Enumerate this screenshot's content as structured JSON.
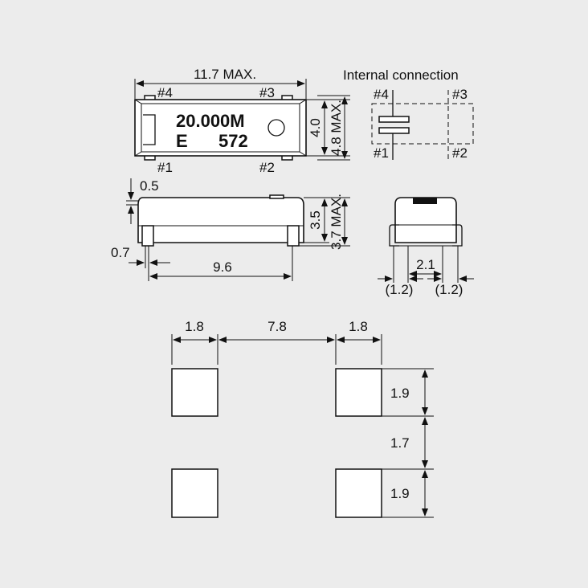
{
  "top_view": {
    "width_label": "11.7 MAX.",
    "height_label_a": "4.0",
    "height_label_b": "4.8 MAX.",
    "pin4": "#4",
    "pin3": "#3",
    "pin1": "#1",
    "pin2": "#2",
    "marking_line1": "20.000M",
    "marking_line2a": "E",
    "marking_line2b": "572"
  },
  "internal_connection": {
    "title": "Internal connection",
    "pin4": "#4",
    "pin3": "#3",
    "pin1": "#1",
    "pin2": "#2"
  },
  "side_view": {
    "lead_label": "0.5",
    "offset_label": "0.7",
    "length_label": "9.6",
    "height_label_a": "3.5",
    "height_label_b": "3.7 MAX."
  },
  "end_view": {
    "center_label": "2.1",
    "left_label": "(1.2)",
    "right_label": "(1.2)"
  },
  "footprint": {
    "pad_width_left": "1.8",
    "pad_spacing": "7.8",
    "pad_width_right": "1.8",
    "pad_height_top": "1.9",
    "pad_gap": "1.7",
    "pad_height_bottom": "1.9"
  }
}
